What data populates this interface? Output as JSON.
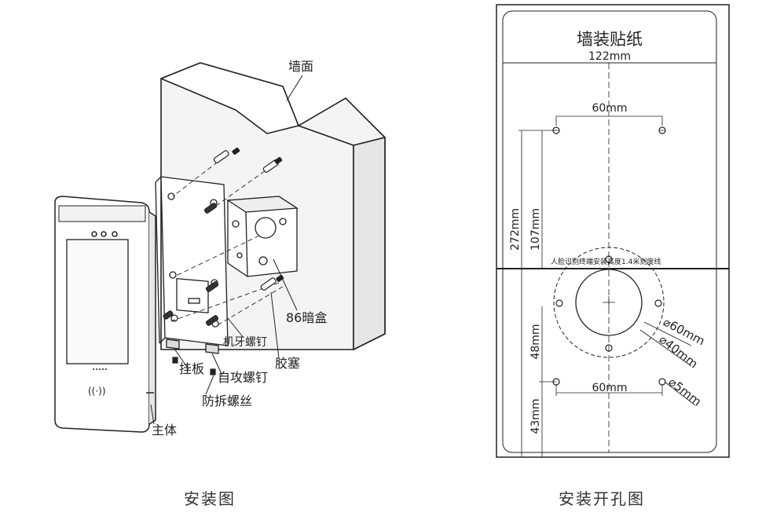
{
  "install_diagram": {
    "caption": "安装图",
    "labels": {
      "wall": "墙面",
      "box": "86暗盒",
      "machine_screw": "机牙螺钉",
      "anchor": "胶塞",
      "bracket": "挂板",
      "self_tap_screw": "自攻螺钉",
      "tamper_screw": "防拆螺丝",
      "body": "主体"
    }
  },
  "hole_diagram": {
    "caption": "安装开孔图",
    "sticker_title": "墙装贴纸",
    "width": "122mm",
    "top_spacing": "60mm",
    "bottom_spacing": "60mm",
    "height_total": "272mm",
    "upper_offset": "107mm",
    "lower_offset_1": "48mm",
    "lower_offset_2": "43mm",
    "reference_line": "人脸识别终端安装高度1.4米刻度线",
    "dia_60": "⌀60mm",
    "dia_40": "⌀40mm",
    "dia_5": "⌀5mm"
  }
}
